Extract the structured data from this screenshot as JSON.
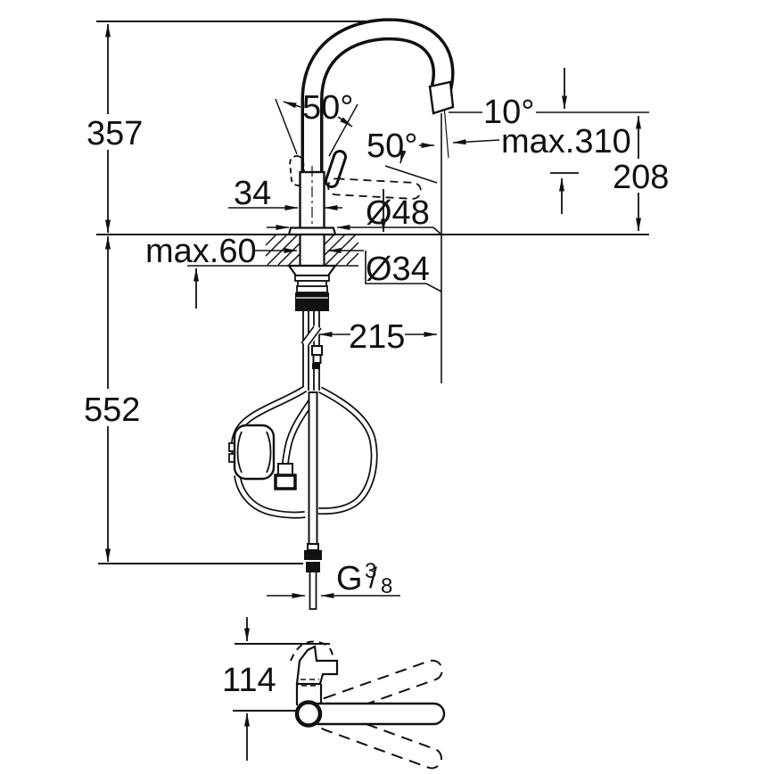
{
  "drawing": {
    "title": "kitchen-faucet-dimension-drawing",
    "colors": {
      "line": "#111111",
      "background": "#ffffff"
    },
    "labels": {
      "height_above_deck": "357",
      "height_below_deck": "552",
      "deck_thickness_max": "max.60",
      "body_width": "34",
      "base_diameter": "Ø48",
      "shank_diameter": "Ø34",
      "spout_projection": "215",
      "spout_tilt_angle": "10°",
      "hose_pullout_max": "max.310",
      "outlet_height": "208",
      "handle_swing_upper": "50°",
      "handle_swing_lower": "50°",
      "lever_length": "114",
      "thread_letter": "G",
      "thread_numerator": "3",
      "thread_slash": "/",
      "thread_denominator": "8"
    }
  }
}
